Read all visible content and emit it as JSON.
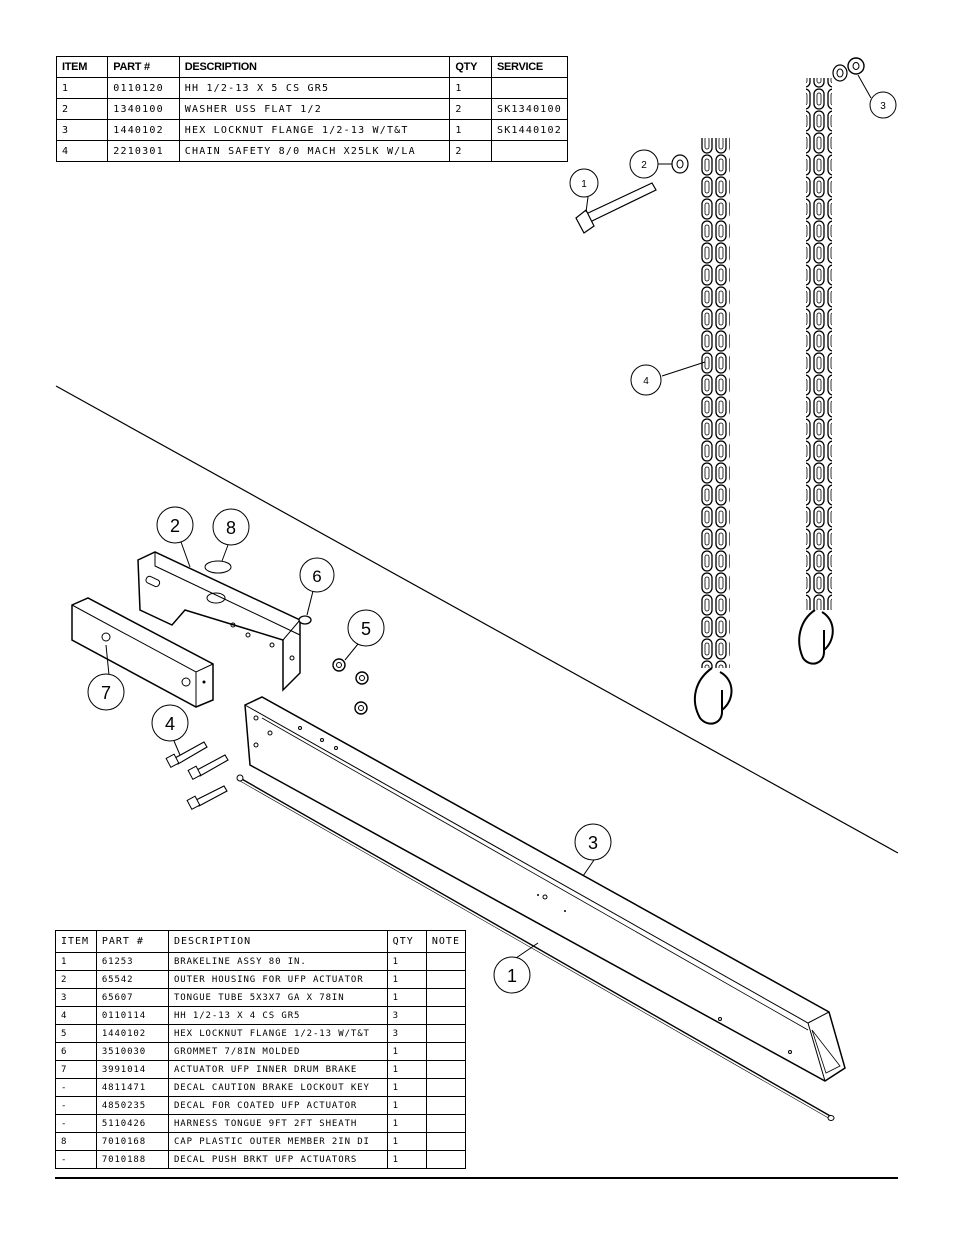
{
  "hitch_parts_table": {
    "headers": [
      "ITEM",
      "PART #",
      "DESCRIPTION",
      "QTY",
      "SERVICE"
    ],
    "rows": [
      [
        "1",
        "0110120",
        "HH 1/2-13 X 5 CS GR5",
        "1",
        ""
      ],
      [
        "2",
        "1340100",
        "WASHER USS FLAT 1/2",
        "2",
        "SK1340100"
      ],
      [
        "3",
        "1440102",
        "HEX LOCKNUT FLANGE 1/2-13 W/T&T",
        "1",
        "SK1440102"
      ],
      [
        "4",
        "2210301",
        "CHAIN SAFETY 8/0 MACH X25LK W/LA",
        "2",
        ""
      ]
    ]
  },
  "actuator_parts_table": {
    "headers": [
      "ITEM",
      "PART #",
      "DESCRIPTION",
      "QTY",
      "NOTE"
    ],
    "rows": [
      [
        "1",
        "61253",
        "BRAKELINE ASSY 80 IN.",
        "1",
        ""
      ],
      [
        "2",
        "65542",
        "OUTER HOUSING FOR UFP ACTUATOR",
        "1",
        ""
      ],
      [
        "3",
        "65607",
        "TONGUE TUBE 5X3X7 GA X 78IN",
        "1",
        ""
      ],
      [
        "4",
        "0110114",
        "HH 1/2-13 X 4 CS GR5",
        "3",
        ""
      ],
      [
        "5",
        "1440102",
        "HEX LOCKNUT FLANGE 1/2-13 W/T&T",
        "3",
        ""
      ],
      [
        "6",
        "3510030",
        "GROMMET  7/8IN MOLDED",
        "1",
        ""
      ],
      [
        "7",
        "3991014",
        "ACTUATOR UFP INNER  DRUM BRAKE",
        "1",
        ""
      ],
      [
        "-",
        "4811471",
        "DECAL CAUTION BRAKE LOCKOUT KEY",
        "1",
        ""
      ],
      [
        "-",
        "4850235",
        "DECAL FOR COATED UFP ACTUATOR",
        "1",
        ""
      ],
      [
        "-",
        "5110426",
        "HARNESS  TONGUE 9FT  2FT SHEATH",
        "1",
        ""
      ],
      [
        "8",
        "7010168",
        "CAP  PLASTIC OUTER MEMBER 2IN DI",
        "1",
        ""
      ],
      [
        "-",
        "7010188",
        "DECAL PUSH BRKT UFP ACTUATORS",
        "1",
        ""
      ]
    ]
  },
  "callouts": {
    "top_bolt": "1",
    "top_washer": "2",
    "top_nut": "3",
    "top_chain": "4",
    "outer_housing": "2",
    "cap": "8",
    "grommet": "6",
    "locknuts": "5",
    "inner_actuator": "7",
    "bolts": "4",
    "tongue_tube": "3",
    "brakeline": "1"
  }
}
